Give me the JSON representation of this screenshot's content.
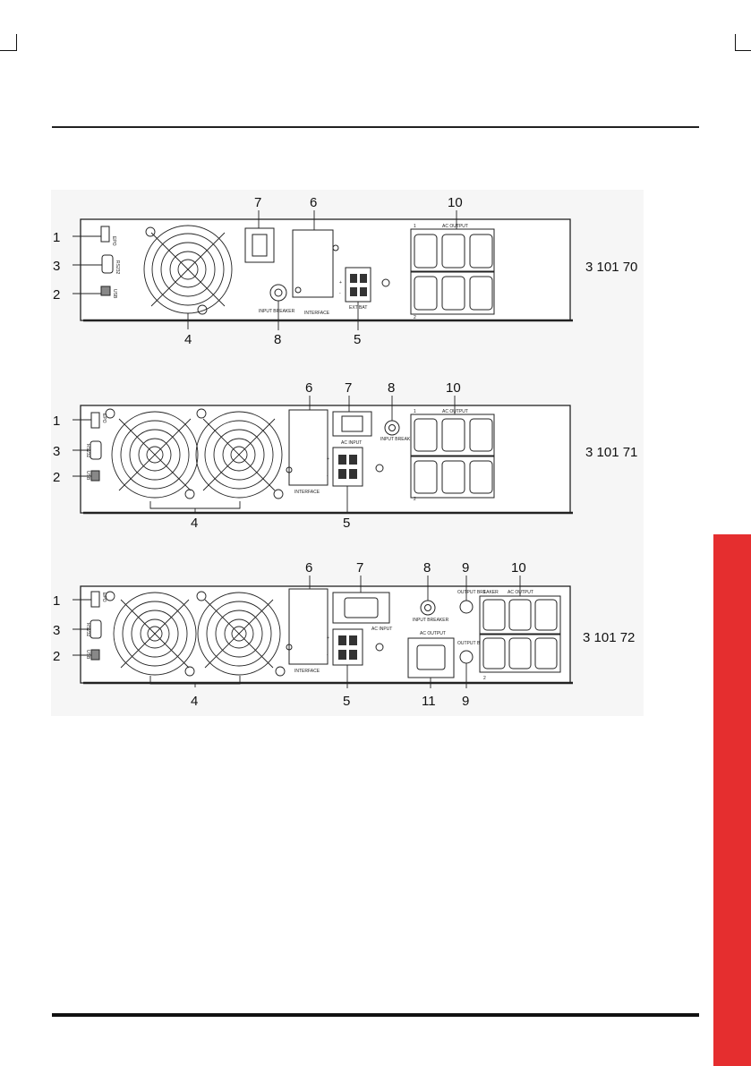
{
  "models": [
    "3 101 70",
    "3 101 71",
    "3 101 72"
  ],
  "callouts": {
    "p1": [
      "1",
      "3",
      "2",
      "4",
      "7",
      "6",
      "10",
      "8",
      "5"
    ],
    "p2": [
      "1",
      "3",
      "2",
      "4",
      "6",
      "7",
      "8",
      "10",
      "5"
    ],
    "p3": [
      "1",
      "3",
      "2",
      "4",
      "6",
      "7",
      "8",
      "9",
      "10",
      "5",
      "11",
      "9"
    ]
  },
  "panel_labels": {
    "input_breaker": "INPUT BREAKER",
    "interface": "INTERFACE",
    "ext_bat": "EXT BAT",
    "ac_input": "AC INPUT",
    "ac_output": "AC OUTPUT",
    "output_breaker": "OUTPUT BREAKER",
    "epo": "EPO",
    "rs232": "RS232",
    "usb": "USB",
    "plus": "+",
    "minus": "-",
    "group1": "1",
    "group2": "2"
  }
}
